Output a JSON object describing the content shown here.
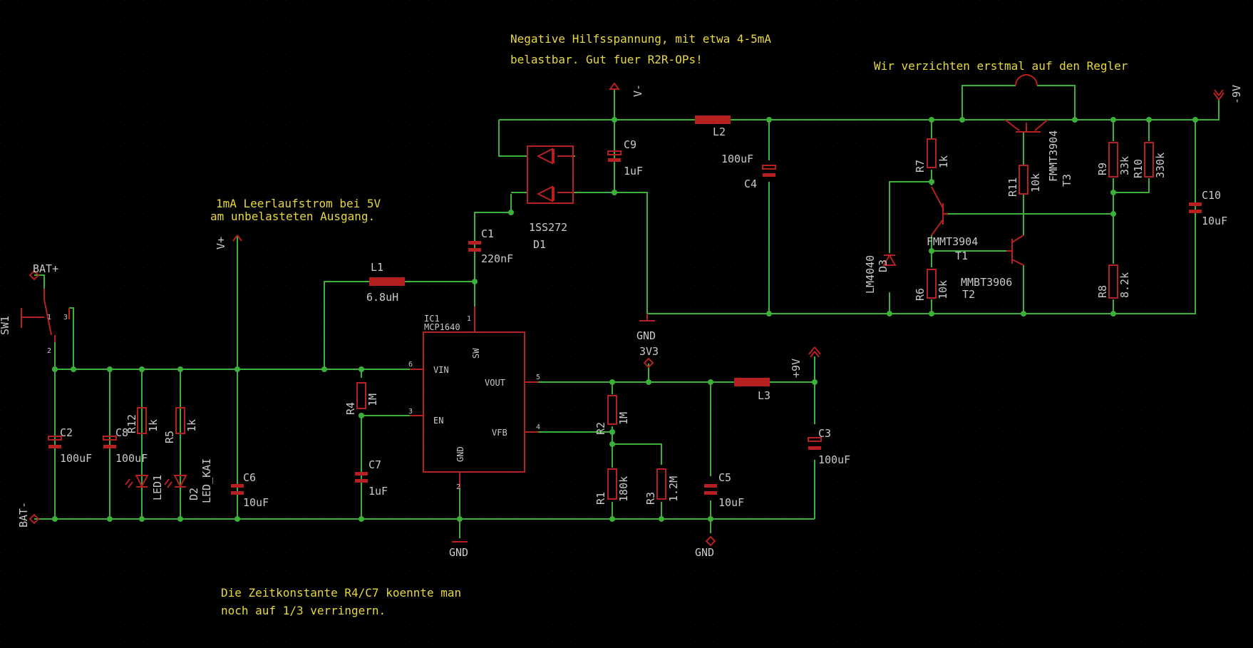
{
  "schematic": {
    "notes": {
      "negative_line1": "Negative Hilfsspannung, mit etwa 4-5mA",
      "negative_line2": "belastbar.    Gut fuer R2R-OPs!",
      "regler": "Wir verzichten erstmal auf den Regler",
      "idle_line1": "1mA Leerlaufstrom bei 5V",
      "idle_line2": "am unbelasteten Ausgang.",
      "tc_line1": "Die Zeitkonstante R4/C7 koennte man",
      "tc_line2": "noch auf 1/3 verringern."
    },
    "supplies": {
      "bat_plus": "BAT+",
      "bat_minus": "BAT-",
      "v_plus": "V+",
      "v_minus": "V-",
      "gnd_top": "GND",
      "gnd_ic": "GND",
      "gnd_right": "GND",
      "v3v3": "3V3",
      "p9v": "+9V",
      "m9v": "-9V"
    },
    "parts": {
      "sw1": "SW1",
      "c2": "C2",
      "c2_val": "100uF",
      "c8": "C8",
      "c8_val": "100uF",
      "r12": "R12",
      "r12_val": "1k",
      "r5": "R5",
      "r5_val": "1k",
      "led1": "LED1",
      "d2": "D2",
      "d2_val": "LED_KAI",
      "c6": "C6",
      "c6_val": "10uF",
      "l1": "L1",
      "l1_val": "6.8uH",
      "r4": "R4",
      "r4_val": "1M",
      "c7": "C7",
      "c7_val": "1uF",
      "ic1": "IC1",
      "ic1_val": "MCP1640",
      "c1": "C1",
      "c1_val": "220nF",
      "d1": "D1",
      "d1_val": "1SS272",
      "c9": "C9",
      "c9_val": "1uF",
      "l2": "L2",
      "c4": "C4",
      "c4_val": "100uF",
      "r2": "R2",
      "r2_val": "1M",
      "r1": "R1",
      "r1_val": "180k",
      "r3": "R3",
      "r3_val": "1.2M",
      "c5": "C5",
      "c5_val": "10uF",
      "l3": "L3",
      "c3": "C3",
      "c3_val": "100uF",
      "r7": "R7",
      "r7_val": "1k",
      "r6": "R6",
      "r6_val": "10k",
      "r11": "R11",
      "r11_val": "10k",
      "d3": "D3",
      "d3_val": "LM4040",
      "t1": "T1",
      "t1_val": "FMMT3904",
      "t2": "T2",
      "t2_val": "MMBT3906",
      "t3": "T3",
      "t3_val": "FMMT3904",
      "r9": "R9",
      "r9_val": "33k",
      "r10": "R10",
      "r10_val": "330k",
      "r8": "R8",
      "r8_val": "8.2k",
      "c10": "C10",
      "c10_val": "10uF"
    },
    "ic_pins": {
      "vin": "VIN",
      "en": "EN",
      "vout": "VOUT",
      "vfb": "VFB",
      "gnd": "GND",
      "sw": "SW",
      "p1": "1",
      "p2": "2",
      "p3": "3",
      "p4": "4",
      "p5": "5",
      "p6": "6"
    },
    "sw_pins": {
      "p1": "1",
      "p2": "2",
      "p3": "3"
    }
  },
  "colors": {
    "background": "#000000",
    "wire": "#3bb03b",
    "part": "#b72020",
    "text": "#c9c9c9",
    "note": "#e8d840"
  }
}
